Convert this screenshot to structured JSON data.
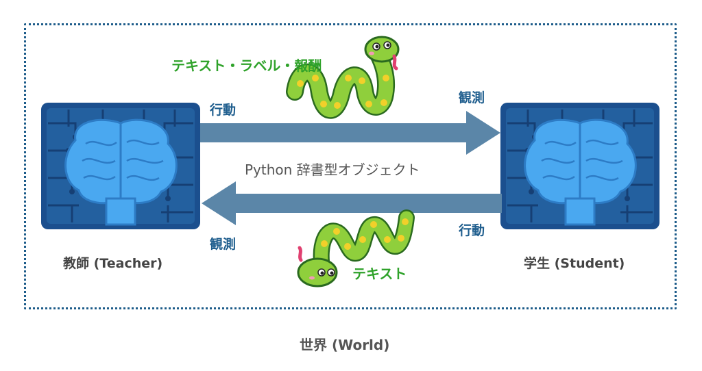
{
  "world": {
    "label": "世界 (World)"
  },
  "teacher": {
    "label": "教師 (Teacher)"
  },
  "student": {
    "label": "学生 (Student)"
  },
  "top_arrow": {
    "action_label": "行動",
    "observation_label": "観測",
    "payload_label": "テキスト・ラベル・報酬"
  },
  "bottom_arrow": {
    "action_label": "行動",
    "observation_label": "観測",
    "payload_label": "テキスト"
  },
  "center_label": "Python 辞書型オブジェクト",
  "colors": {
    "arrow": "#5b86a8",
    "border": "#1d5c8a",
    "accent_green": "#2fa22a",
    "brain_blue": "#3f9ee8",
    "board_blue": "#1b4f8e"
  }
}
